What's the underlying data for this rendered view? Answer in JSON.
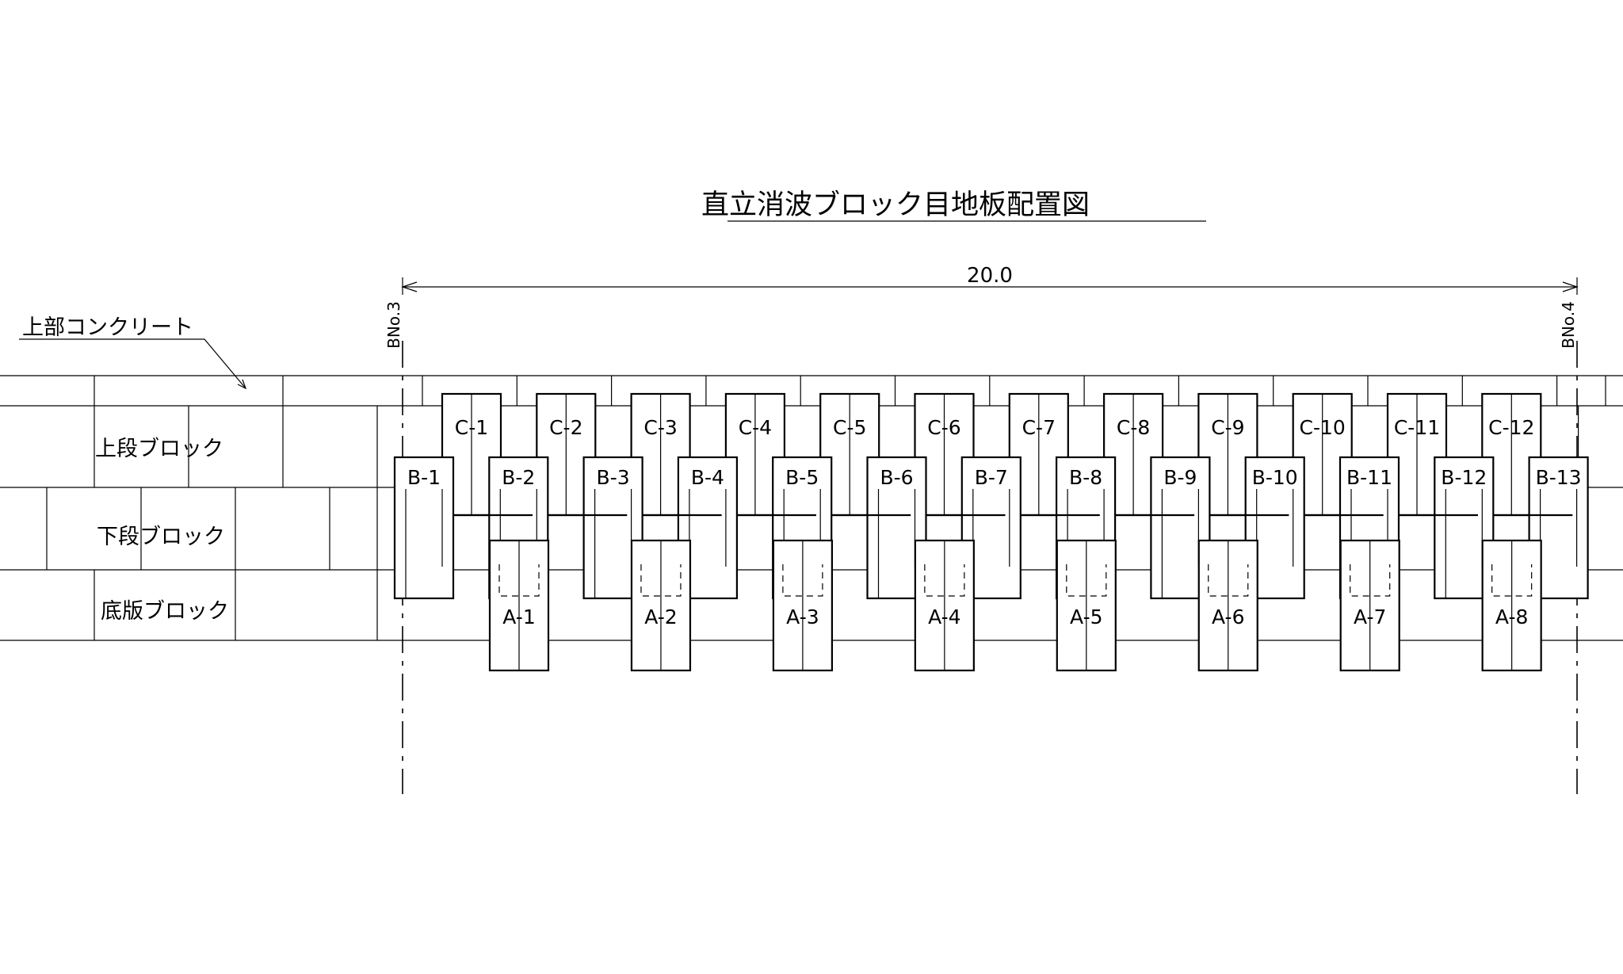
{
  "title": "直立消波ブロック目地板配置図",
  "dimension": "20.0",
  "station_start": "BNo.3",
  "station_end": "BNo.4",
  "leader_label": "上部コンクリート",
  "row_labels": {
    "upper": "上段ブロック",
    "lower": "下段ブロック",
    "base": "底版ブロック"
  },
  "blocks_c": [
    "C-1",
    "C-2",
    "C-3",
    "C-4",
    "C-5",
    "C-6",
    "C-7",
    "C-8",
    "C-9",
    "C-10",
    "C-11",
    "C-12"
  ],
  "blocks_b": [
    "B-1",
    "B-2",
    "B-3",
    "B-4",
    "B-5",
    "B-6",
    "B-7",
    "B-8",
    "B-9",
    "B-10",
    "B-11",
    "B-12",
    "B-13"
  ],
  "blocks_a": [
    "A-1",
    "A-2",
    "A-3",
    "A-4",
    "A-5",
    "A-6",
    "A-7",
    "A-8"
  ]
}
